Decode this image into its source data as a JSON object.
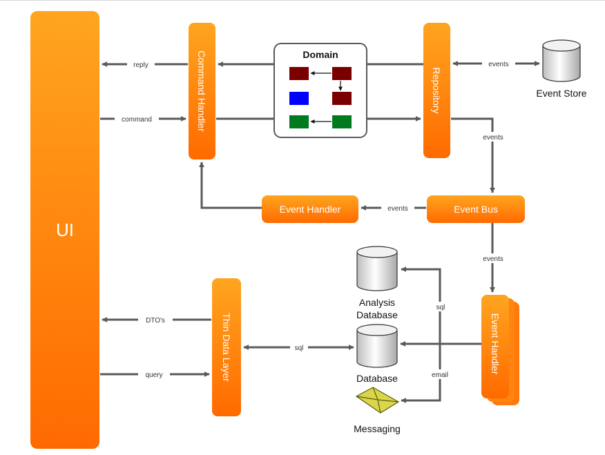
{
  "nodes": {
    "ui": "UI",
    "command_handler": "Command Handler",
    "domain": "Domain",
    "repository": "Repository",
    "event_store": "Event Store",
    "event_bus": "Event Bus",
    "event_handler_left": "Event Handler",
    "event_handler_right": "Event Handler",
    "thin_data_layer": "Thin Data Layer",
    "analysis_db_line1": "Analysis",
    "analysis_db_line2": "Database",
    "database": "Database",
    "messaging": "Messaging"
  },
  "edges": {
    "reply": "reply",
    "command": "command",
    "repo_events": "events",
    "repo_to_bus": "events",
    "bus_to_handler": "events",
    "bus_down": "events",
    "dtos": "DTO's",
    "query": "query",
    "sql_tdl": "sql",
    "sql_vertical": "sql",
    "email": "email"
  },
  "colors": {
    "orange_top": "#ffa51f",
    "orange_bottom": "#ff6a00",
    "arrow": "#595959",
    "domain_dark_red": "#7a0000",
    "domain_blue": "#0000ff",
    "domain_green": "#007a1e"
  }
}
